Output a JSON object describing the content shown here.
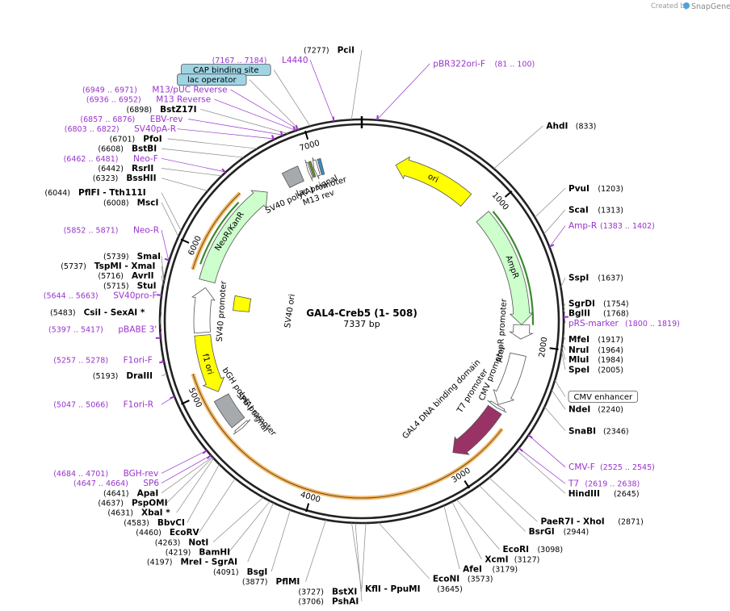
{
  "branding": {
    "created_by": "Created by",
    "product": "SnapGene"
  },
  "plasmid": {
    "name": "GAL4-Creb5 (1- 508)",
    "size_label": "7337 bp",
    "length": 7337
  },
  "ticks": [
    {
      "pos": 1000,
      "label": "1000"
    },
    {
      "pos": 2000,
      "label": "2000"
    },
    {
      "pos": 3000,
      "label": "3000"
    },
    {
      "pos": 4000,
      "label": "4000"
    },
    {
      "pos": 5000,
      "label": "5000"
    },
    {
      "pos": 6000,
      "label": "6000"
    },
    {
      "pos": 7000,
      "label": "7000"
    }
  ],
  "features": [
    {
      "name": "ori",
      "label": "ori",
      "start": 250,
      "end": 830,
      "dir": -1,
      "track": 1,
      "color": "#ffff00",
      "labelPos": "inside"
    },
    {
      "name": "AmpR",
      "label": "AmpR",
      "start": 1000,
      "end": 1860,
      "dir": 1,
      "track": 1,
      "color": "#ccffcc",
      "labelPos": "inside"
    },
    {
      "name": "AmpR promoter",
      "label": "AmpR promoter",
      "start": 1860,
      "end": 1965,
      "dir": 1,
      "track": 1,
      "color": "#ffffff",
      "labelPos": "track2"
    },
    {
      "name": "CMV promoter",
      "label": "CMV promoter",
      "start": 2080,
      "end": 2475,
      "dir": 1,
      "track": 1,
      "color": "#ffffff",
      "labelPos": "track2"
    },
    {
      "name": "T7 promoter",
      "label": "T7 promoter",
      "start": 2480,
      "end": 2500,
      "dir": 1,
      "track": 1,
      "color": "#ffffff",
      "labelPos": "track3"
    },
    {
      "name": "GAL4 DNA binding domain",
      "label": "GAL4 DNA binding domain",
      "start": 2520,
      "end": 2960,
      "dir": 1,
      "track": 1,
      "color": "#993366",
      "labelPos": "track4"
    },
    {
      "name": "SP6 promoter",
      "label": "SP6 promoter",
      "start": 4650,
      "end": 4670,
      "dir": -1,
      "track": 1,
      "color": "#ffffff",
      "labelPos": "track2"
    },
    {
      "name": "bGH poly(A) signal",
      "label": "bGH poly(A) signal",
      "start": 4700,
      "end": 4920,
      "dir": 0,
      "track": 1,
      "color": "#a6aaad",
      "labelPos": "track2"
    },
    {
      "name": "f1 ori",
      "label": "f1 ori",
      "start": 4970,
      "end": 5400,
      "dir": -1,
      "track": 1,
      "color": "#ffff00",
      "labelPos": "inside"
    },
    {
      "name": "SV40 promoter",
      "label": "SV40 promoter",
      "start": 5420,
      "end": 5750,
      "dir": 1,
      "track": 1,
      "color": "#ffffff",
      "labelPos": "track2"
    },
    {
      "name": "SV40 ori",
      "label": "SV40 ori",
      "start": 5600,
      "end": 5735,
      "dir": 0,
      "track": 3,
      "color": "#ffff00",
      "labelPos": "track4"
    },
    {
      "name": "NeoR/KanR",
      "label": "NeoR/KanR",
      "start": 5800,
      "end": 6600,
      "dir": 1,
      "track": 1,
      "color": "#ccffcc",
      "labelPos": "inside"
    },
    {
      "name": "SV40 poly(A) signal",
      "label": "SV40 poly(A) signal",
      "start": 6760,
      "end": 6880,
      "dir": 0,
      "track": 1,
      "color": "#a6aaad",
      "labelPos": "track2"
    },
    {
      "name": "M13 rev",
      "label": "M13 rev",
      "start": 6936,
      "end": 6952,
      "dir": -1,
      "track": 1,
      "color": "#ffffff",
      "labelPos": "track3"
    },
    {
      "name": "lac operator",
      "label": "",
      "start": 6960,
      "end": 6977,
      "dir": 0,
      "track": 1,
      "color": "#6b8e23",
      "labelPos": "none"
    },
    {
      "name": "lac promoter",
      "label": "lac promoter",
      "start": 6983,
      "end": 7013,
      "dir": -1,
      "track": 1,
      "color": "#ffffff",
      "labelPos": "track2"
    },
    {
      "name": "CAP binding site",
      "label": "",
      "start": 7025,
      "end": 7047,
      "dir": 0,
      "track": 1,
      "color": "#3b8cbd",
      "labelPos": "none"
    }
  ],
  "highlights": [
    {
      "name": "orange-arc-creb5",
      "start": 2600,
      "end": 5150,
      "color": "#f4b968"
    },
    {
      "name": "orange-arc-neo",
      "start": 5850,
      "end": 6450,
      "color": "#f4b968"
    },
    {
      "name": "green-arc-amp",
      "start": 1020,
      "end": 1860,
      "color": "#3c8a2e"
    },
    {
      "name": "green-arc-neo",
      "start": 5900,
      "end": 6400,
      "color": "#3c8a2e"
    }
  ],
  "sites": [
    {
      "name": "PciI",
      "pos": "(7277)",
      "bp": 7277,
      "kind": "enzyme"
    },
    {
      "name": "pBR322ori-F",
      "pos": "(81 .. 100)",
      "bp": 90,
      "kind": "primer"
    },
    {
      "name": "L4440",
      "pos": "(7167 .. 7184)",
      "bp": 7175,
      "kind": "primer"
    },
    {
      "name": "CAP binding site",
      "pos": "",
      "bp": 7035,
      "kind": "feature-box"
    },
    {
      "name": "M13/pUC Reverse",
      "pos": "(6949 .. 6971)",
      "bp": 6960,
      "kind": "primer"
    },
    {
      "name": "lac operator",
      "pos": "",
      "bp": 6968,
      "kind": "feature-box"
    },
    {
      "name": "M13 Reverse",
      "pos": "(6936 .. 6952)",
      "bp": 6944,
      "kind": "primer"
    },
    {
      "name": "BstZ17I",
      "pos": "(6898)",
      "bp": 6898,
      "kind": "enzyme"
    },
    {
      "name": "EBV-rev",
      "pos": "(6857 .. 6876)",
      "bp": 6866,
      "kind": "primer"
    },
    {
      "name": "SV40pA-R",
      "pos": "(6803 .. 6822)",
      "bp": 6812,
      "kind": "primer"
    },
    {
      "name": "PfoI",
      "pos": "(6701)",
      "bp": 6701,
      "kind": "enzyme"
    },
    {
      "name": "BstBI",
      "pos": "(6608)",
      "bp": 6608,
      "kind": "enzyme"
    },
    {
      "name": "Neo-F",
      "pos": "(6462 .. 6481)",
      "bp": 6471,
      "kind": "primer"
    },
    {
      "name": "RsrII",
      "pos": "(6442)",
      "bp": 6442,
      "kind": "enzyme"
    },
    {
      "name": "BssHII",
      "pos": "(6323)",
      "bp": 6323,
      "kind": "enzyme"
    },
    {
      "name": "PflFI - Tth111I",
      "pos": "(6044)",
      "bp": 6044,
      "kind": "enzyme"
    },
    {
      "name": "MscI",
      "pos": "(6008)",
      "bp": 6008,
      "kind": "enzyme"
    },
    {
      "name": "Neo-R",
      "pos": "(5852 .. 5871)",
      "bp": 5861,
      "kind": "primer"
    },
    {
      "name": "SmaI",
      "pos": "(5739)",
      "bp": 5739,
      "kind": "enzyme"
    },
    {
      "name": "TspMI - XmaI",
      "pos": "(5737)",
      "bp": 5737,
      "kind": "enzyme"
    },
    {
      "name": "AvrII",
      "pos": "(5716)",
      "bp": 5716,
      "kind": "enzyme"
    },
    {
      "name": "StuI",
      "pos": "(5715)",
      "bp": 5715,
      "kind": "enzyme"
    },
    {
      "name": "SV40pro-F",
      "pos": "(5644 .. 5663)",
      "bp": 5653,
      "kind": "primer"
    },
    {
      "name": "CsiI - SexAI *",
      "pos": "(5483)",
      "bp": 5483,
      "kind": "enzyme"
    },
    {
      "name": "pBABE 3'",
      "pos": "(5397 .. 5417)",
      "bp": 5407,
      "kind": "primer"
    },
    {
      "name": "F1ori-F",
      "pos": "(5257 .. 5278)",
      "bp": 5267,
      "kind": "primer"
    },
    {
      "name": "DraIII",
      "pos": "(5193)",
      "bp": 5193,
      "kind": "enzyme"
    },
    {
      "name": "F1ori-R",
      "pos": "(5047 .. 5066)",
      "bp": 5056,
      "kind": "primer"
    },
    {
      "name": "BGH-rev",
      "pos": "(4684 .. 4701)",
      "bp": 4692,
      "kind": "primer"
    },
    {
      "name": "SP6",
      "pos": "(4647 .. 4664)",
      "bp": 4655,
      "kind": "primer"
    },
    {
      "name": "ApaI",
      "pos": "(4641)",
      "bp": 4641,
      "kind": "enzyme"
    },
    {
      "name": "PspOMI",
      "pos": "(4637)",
      "bp": 4637,
      "kind": "enzyme"
    },
    {
      "name": "XbaI *",
      "pos": "(4631)",
      "bp": 4631,
      "kind": "enzyme"
    },
    {
      "name": "BbvCI",
      "pos": "(4583)",
      "bp": 4583,
      "kind": "enzyme"
    },
    {
      "name": "EcoRV",
      "pos": "(4460)",
      "bp": 4460,
      "kind": "enzyme"
    },
    {
      "name": "NotI",
      "pos": "(4263)",
      "bp": 4263,
      "kind": "enzyme"
    },
    {
      "name": "BamHI",
      "pos": "(4219)",
      "bp": 4219,
      "kind": "enzyme"
    },
    {
      "name": "MreI - SgrAI",
      "pos": "(4197)",
      "bp": 4197,
      "kind": "enzyme"
    },
    {
      "name": "BsgI",
      "pos": "(4091)",
      "bp": 4091,
      "kind": "enzyme"
    },
    {
      "name": "PflMI",
      "pos": "(3877)",
      "bp": 3877,
      "kind": "enzyme"
    },
    {
      "name": "BstXI",
      "pos": "(3727)",
      "bp": 3727,
      "kind": "enzyme"
    },
    {
      "name": "PshAI",
      "pos": "(3706)",
      "bp": 3706,
      "kind": "enzyme"
    },
    {
      "name": "KflI - PpuMI",
      "pos": "(3645)",
      "bp": 3645,
      "kind": "enzyme"
    },
    {
      "name": "EcoNI",
      "pos": "(3573)",
      "bp": 3573,
      "kind": "enzyme"
    },
    {
      "name": "AfeI",
      "pos": "(3179)",
      "bp": 3179,
      "kind": "enzyme"
    },
    {
      "name": "XcmI",
      "pos": "(3127)",
      "bp": 3127,
      "kind": "enzyme"
    },
    {
      "name": "EcoRI",
      "pos": "(3098)",
      "bp": 3098,
      "kind": "enzyme"
    },
    {
      "name": "BsrGI",
      "pos": "(2944)",
      "bp": 2944,
      "kind": "enzyme"
    },
    {
      "name": "PaeR7I - XhoI",
      "pos": "(2871)",
      "bp": 2871,
      "kind": "enzyme"
    },
    {
      "name": "HindIII",
      "pos": "(2645)",
      "bp": 2645,
      "kind": "enzyme"
    },
    {
      "name": "T7",
      "pos": "(2619 .. 2638)",
      "bp": 2628,
      "kind": "primer"
    },
    {
      "name": "CMV-F",
      "pos": "(2525 .. 2545)",
      "bp": 2535,
      "kind": "primer"
    },
    {
      "name": "SnaBI",
      "pos": "(2346)",
      "bp": 2346,
      "kind": "enzyme"
    },
    {
      "name": "NdeI",
      "pos": "(2240)",
      "bp": 2240,
      "kind": "enzyme"
    },
    {
      "name": "CMV enhancer",
      "pos": "",
      "bp": 2180,
      "kind": "feature-box"
    },
    {
      "name": "SpeI",
      "pos": "(2005)",
      "bp": 2005,
      "kind": "enzyme"
    },
    {
      "name": "MluI",
      "pos": "(1984)",
      "bp": 1984,
      "kind": "enzyme"
    },
    {
      "name": "NruI",
      "pos": "(1964)",
      "bp": 1964,
      "kind": "enzyme"
    },
    {
      "name": "MfeI",
      "pos": "(1917)",
      "bp": 1917,
      "kind": "enzyme"
    },
    {
      "name": "pRS-marker",
      "pos": "(1800 .. 1819)",
      "bp": 1810,
      "kind": "primer"
    },
    {
      "name": "BglII",
      "pos": "(1768)",
      "bp": 1768,
      "kind": "enzyme"
    },
    {
      "name": "SgrDI",
      "pos": "(1754)",
      "bp": 1754,
      "kind": "enzyme"
    },
    {
      "name": "SspI",
      "pos": "(1637)",
      "bp": 1637,
      "kind": "enzyme"
    },
    {
      "name": "Amp-R",
      "pos": "(1383 .. 1402)",
      "bp": 1392,
      "kind": "primer"
    },
    {
      "name": "ScaI",
      "pos": "(1313)",
      "bp": 1313,
      "kind": "enzyme"
    },
    {
      "name": "PvuI",
      "pos": "(1203)",
      "bp": 1203,
      "kind": "enzyme"
    },
    {
      "name": "AhdI",
      "pos": "(833)",
      "bp": 833,
      "kind": "enzyme"
    }
  ]
}
